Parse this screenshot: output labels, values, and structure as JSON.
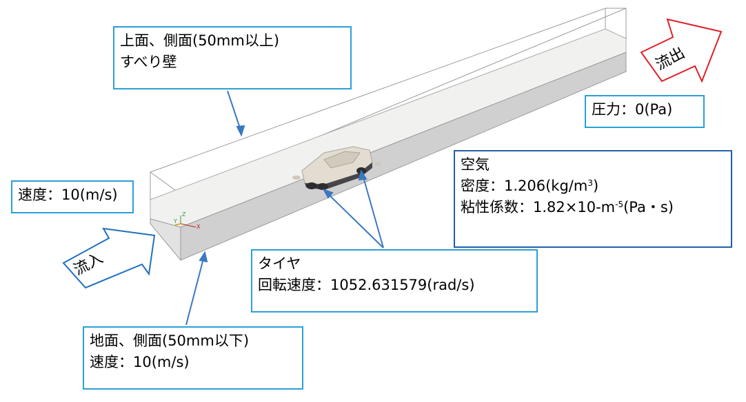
{
  "labels": {
    "top_side": {
      "line1": "上面、側面(50mm以上)",
      "line2": "すべり壁"
    },
    "inlet_velocity": {
      "text": "速度：10(m/s)"
    },
    "outlet_pressure": {
      "text": "圧力：0(Pa)"
    },
    "air": {
      "title": "空気",
      "density_prefix": "密度：1.206(kg/m",
      "density_sup": "3",
      "density_suffix": ")",
      "viscosity_prefix": "粘性係数：1.82×10-m",
      "viscosity_sup": "-5",
      "viscosity_suffix": "(Pa・s)"
    },
    "tire": {
      "title": "タイヤ",
      "rotation": "回転速度：1052.631579(rad/s)"
    },
    "ground_side": {
      "line1": "地面、側面(50mm以下)",
      "line2": "速度：10(m/s)"
    }
  },
  "arrows": {
    "inflow": "流入",
    "outflow": "流出"
  },
  "axes": {
    "x": "X",
    "y": "Y",
    "z": "Z"
  },
  "colors": {
    "box_border": "#2a9fd6",
    "box_border_dark": "#1f5fa8",
    "inflow_border": "#1f6fbf",
    "outflow_border": "#e0202a",
    "leader": "#3a78c0",
    "domain_fill": "#d8d8d8",
    "floor_fill": "#f1f1ef"
  }
}
